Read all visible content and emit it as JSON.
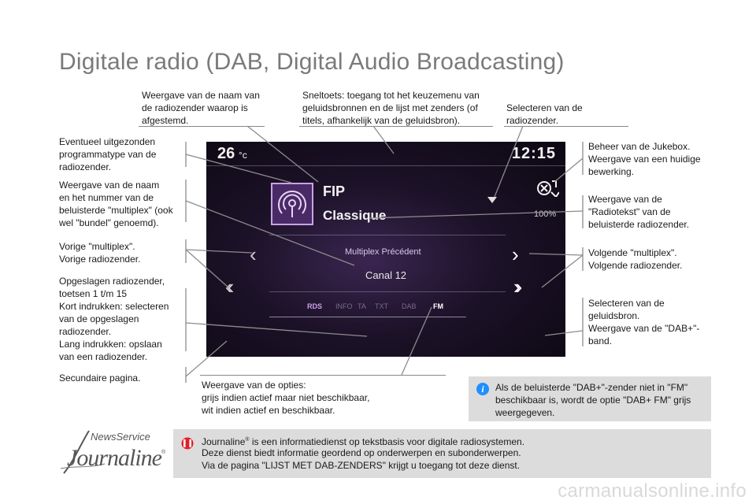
{
  "page": {
    "title": "Digitale radio (DAB, Digital Audio Broadcasting)",
    "footer": "carmanualsonline.info"
  },
  "callouts": {
    "station_name": "Weergave van de naam van\nde radiozender waarop is\nafgestemd.",
    "shortcut": "Sneltoets: toegang tot het keuzemenu van\ngeluidsbronnen en de lijst met zenders (of\ntitels, afhankelijk van de geluidsbron).",
    "select_station": "Selecteren van de\nradiozender.",
    "programme_type": "Eventueel uitgezonden\nprogrammatype van de\nradiozender.",
    "multiplex_name": "Weergave van de naam\nen het nummer van de\nbeluisterde \"multiplex\" (ook\nwel \"bundel\" genoemd).",
    "prev": "Vorige \"multiplex\".\nVorige radiozender.",
    "presets": "Opgeslagen radiozender,\ntoetsen 1 t/m 15\nKort indrukken: selecteren\nvan de opgeslagen\nradiozender.\nLang indrukken: opslaan\nvan een radiozender.",
    "secondary": "Secundaire pagina.",
    "jukebox": "Beheer van de Jukebox.\nWeergave van een huidige\nbewerking.",
    "radiotext": "Weergave van de\n\"Radiotekst\" van de\nbeluisterde radiozender.",
    "next": "Volgende \"multiplex\".\nVolgende radiozender.",
    "source": "Selecteren van de\ngeluidsbron.\nWeergave van de \"DAB+\"-\nband.",
    "options": "Weergave van de opties:\ngrijs indien actief maar niet beschikbaar,\nwit indien actief en beschikbaar."
  },
  "info_box": {
    "text": "Als de beluisterde \"DAB+\"-zender niet in \"FM\"\nbeschikbaar is, wordt de optie \"DAB+ FM\" grijs\nweergegeven."
  },
  "journaline_box": {
    "line1_pre": "Journaline",
    "line1_sup": "®",
    "line1_post": " is een informatiedienst op tekstbasis voor digitale radiosystemen.",
    "line2": "Deze dienst biedt informatie geordend op onderwerpen en subonderwerpen.",
    "line3": "Via de pagina \"LIJST MET DAB-ZENDERS\" krijgt u toegang tot deze dienst."
  },
  "logo": {
    "newsservice": "NewsService",
    "journaline": "Journaline",
    "reg": "®"
  },
  "screen": {
    "temperature": "26",
    "temp_unit": "°c",
    "clock": "12:15",
    "station": "FIP",
    "programme": "Classique",
    "volume": "100%",
    "multiplex_label": "Multiplex Précédent",
    "multiplex_name": "Canal 12",
    "options": [
      "RDS",
      "INFO",
      "TA",
      "TXT",
      "DAB",
      "FM"
    ]
  },
  "colors": {
    "accent": "#c9a2e8",
    "info_icon": "#1e90ff",
    "warning_icon": "#e0202a",
    "box_bg": "#dcdcdc"
  }
}
